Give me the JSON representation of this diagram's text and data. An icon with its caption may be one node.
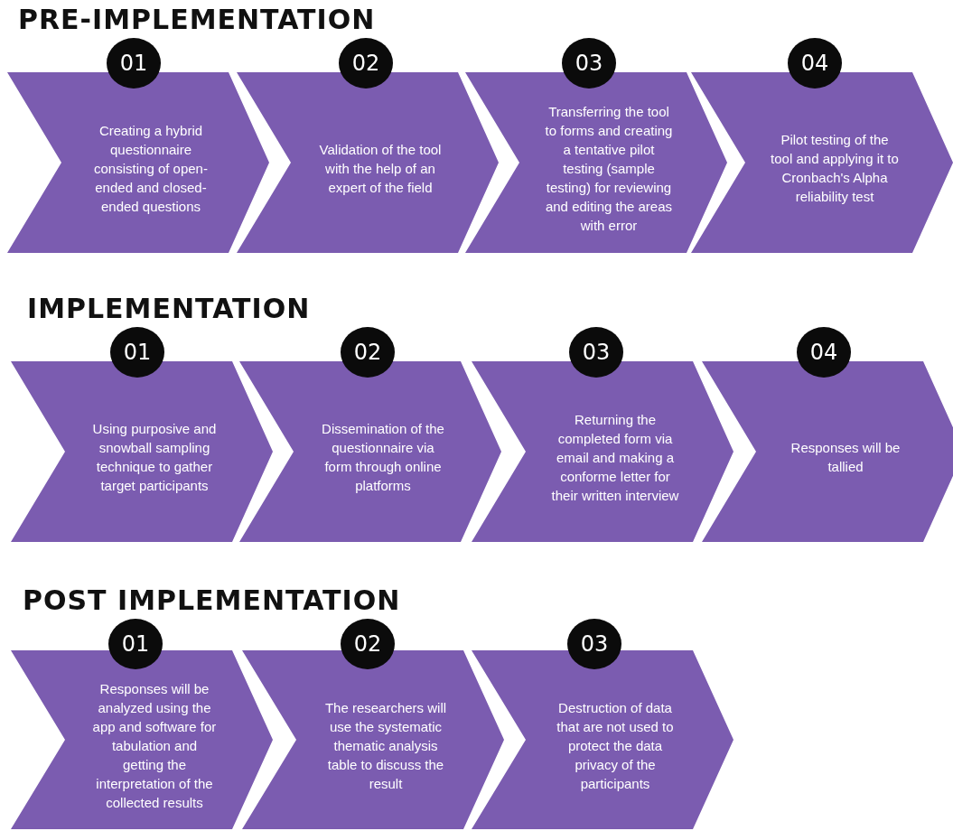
{
  "diagram": {
    "nodes": [
      {
        "text": [
          "01"
        ]
      },
      {
        "text": [
          "Creating a hybrid questionnaire consisting of open-ended and closed-ended questions"
        ]
      },
      {
        "text": [
          "02"
        ]
      },
      {
        "text": [
          "Validation of the tool with the help of an expert of the field"
        ]
      },
      {
        "text": [
          "03"
        ]
      },
      {
        "text": [
          "Transferring the tool to forms and creating a tentative pilot testing (sample testing) for reviewing and editing the areas with error"
        ]
      },
      {
        "text": [
          "04"
        ]
      },
      {
        "text": [
          "Pilot testing of the tool and applying it to Cronbach's Alpha reliability test"
        ]
      },
      {
        "text": [
          "01"
        ]
      },
      {
        "text": [
          "Using purposive and snowball sampling technique to gather target participants"
        ]
      },
      {
        "text": [
          "02"
        ]
      },
      {
        "text": [
          "Dissemination of the questionnaire via form through online platforms"
        ]
      },
      {
        "text": [
          "03"
        ]
      },
      {
        "text": [
          "Returning the completed form via email and making a conforme letter for their written interview"
        ]
      },
      {
        "text": [
          "04"
        ]
      },
      {
        "text": [
          "Responses will be tallied"
        ]
      },
      {
        "text": [
          "01"
        ]
      },
      {
        "text": [
          "Responses will be analyzed using the app and software for tabulation and getting the interpretation of the collected results"
        ]
      },
      {
        "text": [
          "02"
        ]
      },
      {
        "text": [
          "The researchers will use the systematic thematic analysis table to discuss the result"
        ]
      },
      {
        "text": [
          "03"
        ]
      },
      {
        "text": [
          "Destruction of data that are not used to protect the data privacy of the participants"
        ]
      }
    ],
    "labels": [
      "PRE-IMPLEMENTATION",
      "IMPLEMENTATION",
      "POST IMPLEMENTATION"
    ]
  }
}
